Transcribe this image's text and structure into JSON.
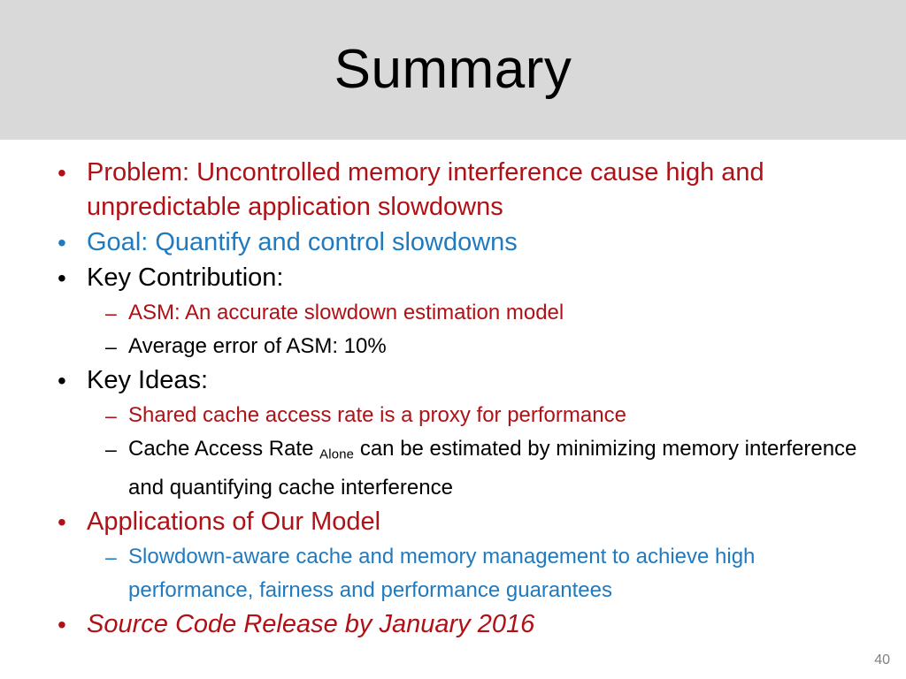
{
  "slide": {
    "title": "Summary",
    "page_number": "40",
    "colors": {
      "title_band": "#d9d9d9",
      "red": "#b01116",
      "blue": "#1f7ac0",
      "black": "#000000",
      "page_number": "#808080"
    }
  },
  "bullets": [
    {
      "level": 1,
      "marker": "•",
      "color": "red",
      "text": "Problem: Uncontrolled memory interference cause high and unpredictable application slowdowns"
    },
    {
      "level": 1,
      "marker": "•",
      "color": "blue",
      "text": "Goal: Quantify and control slowdowns"
    },
    {
      "level": 1,
      "marker": "•",
      "color": "black",
      "text": "Key Contribution:"
    },
    {
      "level": 2,
      "marker": "–",
      "color": "red",
      "text": "ASM: An accurate slowdown estimation model"
    },
    {
      "level": 2,
      "marker": "–",
      "color": "black",
      "text": "Average error of ASM: 10%"
    },
    {
      "level": 1,
      "marker": "•",
      "color": "black",
      "text": "Key Ideas:"
    },
    {
      "level": 2,
      "marker": "–",
      "color": "red",
      "text": "Shared cache access rate is a proxy for performance"
    },
    {
      "level": 2,
      "marker": "–",
      "color": "black",
      "text_before": "Cache Access Rate ",
      "subscript": "Alone",
      "text_after": " can be estimated by minimizing memory interference and quantifying cache interference"
    },
    {
      "level": 1,
      "marker": "•",
      "color": "red",
      "text": "Applications of Our Model"
    },
    {
      "level": 2,
      "marker": "–",
      "color": "blue",
      "text": "Slowdown-aware cache and memory management to achieve high performance, fairness and performance guarantees"
    },
    {
      "level": 1,
      "marker": "•",
      "color": "red",
      "italic": true,
      "text": "Source Code Release by January 2016"
    }
  ]
}
